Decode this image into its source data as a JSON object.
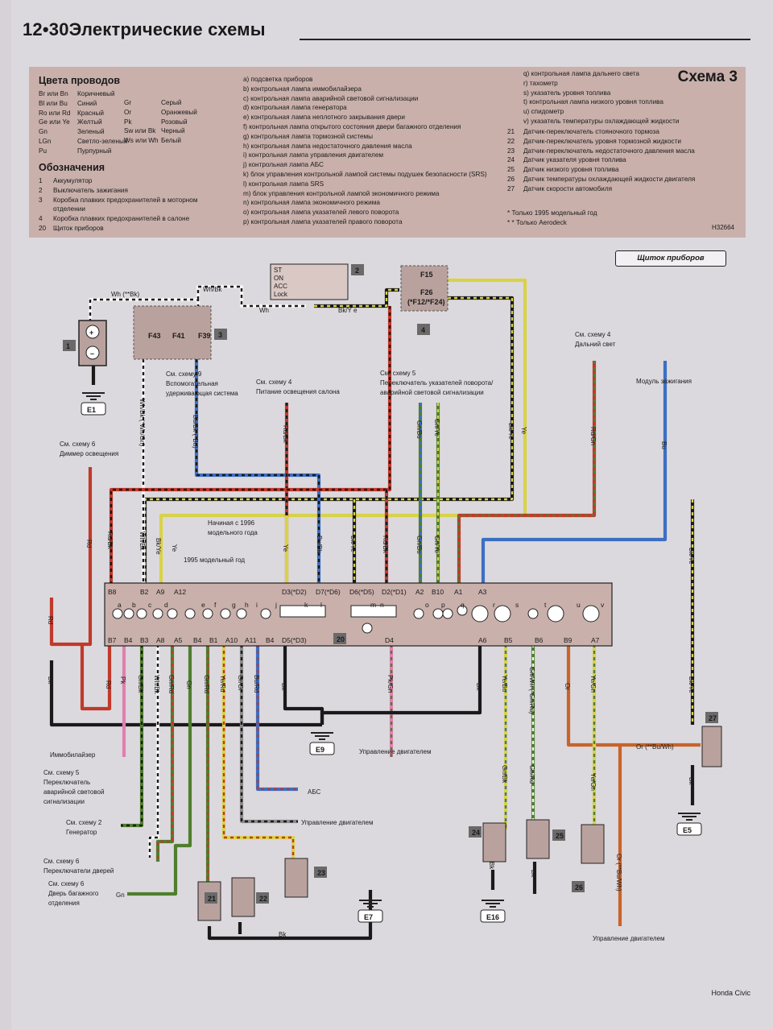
{
  "header": {
    "page": "12•30",
    "title": "Электрические схемы"
  },
  "legend": {
    "scheme_title": "Схема 3",
    "wire_colors_title": "Цвета проводов",
    "wire_colors_left": [
      [
        "Br или Bn",
        "Коричневый"
      ],
      [
        "Bl или Bu",
        "Синий"
      ],
      [
        "Ro или Rd",
        "Красный"
      ],
      [
        "Ge или Ye",
        "Желтый"
      ],
      [
        "Gn",
        "Зеленый"
      ],
      [
        "LGn",
        "Светло-зеленый"
      ],
      [
        "Pu",
        "Пурпурный"
      ]
    ],
    "wire_colors_right": [
      [
        "Gr",
        "Серый"
      ],
      [
        "Or",
        "Оранжевый"
      ],
      [
        "Pk",
        "Розовый"
      ],
      [
        "Sw или Bk",
        "Черный"
      ],
      [
        "Ws или Wh",
        "Белый"
      ]
    ],
    "symbols_title": "Обозначения",
    "symbols": [
      [
        "1",
        "Аккумулятор"
      ],
      [
        "2",
        "Выключатель зажигания"
      ],
      [
        "3",
        "Коробка плавких предохранителей в моторном"
      ],
      [
        "",
        "отделении"
      ],
      [
        "4",
        "Коробка плавких предохранителей в салоне"
      ],
      [
        "20",
        "Щиток приборов"
      ]
    ],
    "items_mid": [
      "a) подсветка приборов",
      "b) контрольная лампа иммобилайзера",
      "c) контрольная лампа аварийной световой сигнализации",
      "d) контрольная лампа генератора",
      "e) контрольная лампа неплотного закрывания двери",
      "f) контрольная лампа открытого состояния двери багажного отделения",
      "g) контрольная лампа тормозной системы",
      "h) контрольная лампа недостаточного давления масла",
      "i) контрольная лампа управления двигателем",
      "j) контрольная лампа АБС",
      "k) блок управления контрольной лампой системы подушек безопасности (SRS)",
      "l) контрольная лампа SRS",
      "m) блок управления контрольной лампой экономичного режима",
      "n) контрольная лампа экономичного режима",
      "o) контрольная лампа указателей левого поворота",
      "p) контрольная лампа указателей правого поворота"
    ],
    "items_right": [
      "q) контрольная лампа дальнего света",
      "r) тахометр",
      "s) указатель уровня топлива",
      "t) контрольная лампа низкого уровня топлива",
      "u) спидометр",
      "v) указатель температуры охлаждающей жидкости"
    ],
    "numbered_right": [
      [
        "21",
        "Датчик-переключатель стояночного тормоза"
      ],
      [
        "22",
        "Датчик-переключатель уровня тормозной жидкости"
      ],
      [
        "23",
        "Датчик-переключатель недостаточного давления масла"
      ],
      [
        "24",
        "Датчик указателя уровня топлива"
      ],
      [
        "25",
        "Датчик низкого уровня топлива"
      ],
      [
        "26",
        "Датчик температуры охлаждающей жидкости двигателя"
      ],
      [
        "27",
        "Датчик скорости автомобиля"
      ]
    ],
    "notes": [
      "* Только 1995 модельный год",
      "* * Только Aerodeck"
    ],
    "ref_code": "H32664"
  },
  "button_label": "Щиток приборов",
  "diagram": {
    "labels": {
      "see9": "См. схему 9",
      "srs1": "Вспомогательная",
      "srs2": "удерживающая система",
      "see4a": "См. схему 4",
      "interior": "Питание освещения салона",
      "see5a": "См. схему 5",
      "turn1": "Переключатель указателей поворота/",
      "turn2": "аварийной световой сигнализации",
      "see4b": "См. схему 4",
      "highbeam": "Дальний свет",
      "ignmod": "Модуль зажигания",
      "see6a": "См. схему 6",
      "dimmer": "Диммер освещения",
      "from1996a": "Начиная с 1996",
      "from1996b": "модельного года",
      "my1995": "1995 модельный год",
      "immobilizer": "Иммобилайзер",
      "see5b": "См. схему 5",
      "hazard1": "Переключатель",
      "hazard2": "аварийной световой",
      "hazard3": "сигнализации",
      "see2": "См. схему 2",
      "generator": "Генератор",
      "see6b": "См. схему 6",
      "doors": "Переключатели дверей",
      "see6c": "См. схему 6",
      "trunk1": "Дверь багажного",
      "trunk2": "отделения",
      "abs": "АБС",
      "engine1": "Управление двигателем",
      "engine2": "Управление двигателем",
      "engine3": "Управление двигателем",
      "gn": "Gn",
      "bk": "Bk",
      "orbu": "Or (**Bu/Wh)"
    },
    "ground_labels": [
      "E1",
      "E9",
      "E7",
      "E16",
      "E5"
    ],
    "component_numbers": [
      "1",
      "2",
      "3",
      "4",
      "20",
      "21",
      "22",
      "23",
      "24",
      "25",
      "26",
      "27"
    ],
    "ignition_positions": [
      "ST",
      "ON",
      "ACC",
      "Lock"
    ],
    "fuses": [
      "F43",
      "F41",
      "F39",
      "F15",
      "F26",
      "(*F12/*F24)"
    ],
    "wire_codes": {
      "whbk_top": "Wh (**Bk)",
      "whbk2": "Wh/Bk",
      "wh": "Wh",
      "bkye_top": "Bk/Y e",
      "whbk_v": "Wh/Bk (*Wh/Gn)",
      "bubk_v": "Bu/Bk (*Bu)",
      "rdbk1": "Rd/Bk",
      "grnbu": "Gn/Bu",
      "gnye": "Gn/Ye",
      "bkye_v": "Bk/Ye",
      "ye_v": "Ye",
      "rdgn": "Rd/Gn",
      "bu": "Bu",
      "rd": "Rd",
      "rdbk2": "Rd/Bk",
      "whbk3": "Wh/Bk",
      "bkye2": "Bk/Ye",
      "ye2": "Ye",
      "ye3": "Ye",
      "bubk2": "Bu/Bk",
      "bkye3": "Bk/Ye",
      "rdbk3": "Rd/Bk",
      "gnbu2": "Gn/Bu",
      "gnye2": "Gn/Ye",
      "bkye4": "Bk/Ye",
      "rd2": "Rd",
      "bk1": "Bk",
      "rd3": "Rd",
      "pk": "Pk",
      "gnbk": "Gn/Bk",
      "whbk4": "Wh/Bk",
      "gnrd": "Gn/Rd",
      "gn2": "Gn",
      "gnrd2": "Gn/Rd",
      "yerd": "Ye/Rd",
      "gror": "Gr/Or",
      "burd": "Bu/Rd",
      "bk2": "Bk",
      "pkgn": "Pk/Gn",
      "bk3": "Bk",
      "yebu": "Ye/Bu",
      "gnwh": "Gn/Wh (*Gn/Rd)",
      "or": "Or",
      "yegn": "Ye/Gn",
      "bkye5": "Bk/Ye",
      "gnbk2": "Gn/Bk",
      "gnrd3": "Gn/Rd",
      "yegn2": "Ye/Gn",
      "bk4": "Bk",
      "bk5": "Bk",
      "orbu2": "Or (**Bu/Wh)",
      "bk6": "Bk"
    },
    "pins_top": [
      "B8",
      "B2",
      "A9",
      "A12",
      "D3(*D2)",
      "D7(*D6)",
      "D6(*D5)",
      "D2(*D1)",
      "A2",
      "B10",
      "A1",
      "A3"
    ],
    "pins_bottom": [
      "B7",
      "B4",
      "B3",
      "A8",
      "A5",
      "B4",
      "B1",
      "A10",
      "A11",
      "B4",
      "D5(*D3)",
      "D4",
      "A6",
      "B5",
      "B6",
      "B9",
      "A7"
    ],
    "lamp_letters": [
      "a",
      "b",
      "c",
      "d",
      "e",
      "f",
      "g",
      "h",
      "i",
      "j",
      "k",
      "l",
      "m",
      "n",
      "o",
      "p",
      "q",
      "r",
      "s",
      "t",
      "u",
      "v"
    ]
  },
  "footer": "Honda Civic"
}
